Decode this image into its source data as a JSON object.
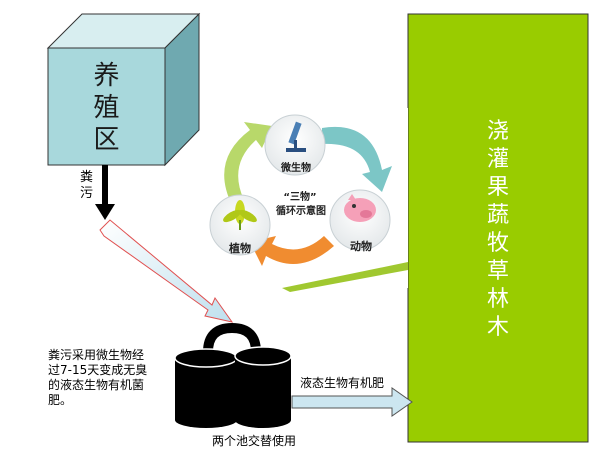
{
  "farm_box": {
    "chars": [
      "养",
      "殖",
      "区"
    ]
  },
  "manure_label": {
    "chars": [
      "粪",
      "污"
    ]
  },
  "field_box": {
    "chars": [
      "浇",
      "灌",
      "果",
      "蔬",
      "牧",
      "草",
      "林",
      "木"
    ]
  },
  "cycle": {
    "center_line1": "“三物”",
    "center_line2": "循环示意图",
    "node_microbe": "微生物",
    "node_animal": "动物",
    "node_plant": "植物"
  },
  "process_note": {
    "lines": [
      "粪污采用微生物经",
      "过7-15天变成无臭",
      "的液态生物有机菌",
      "肥。"
    ]
  },
  "liquid_label": "液态生物有机肥",
  "tanks_label": "两个池交替使用",
  "colors": {
    "field_green": "#99cc00",
    "farm_face": "#a8d8dc",
    "arrow_fill": "#cce6f0"
  }
}
